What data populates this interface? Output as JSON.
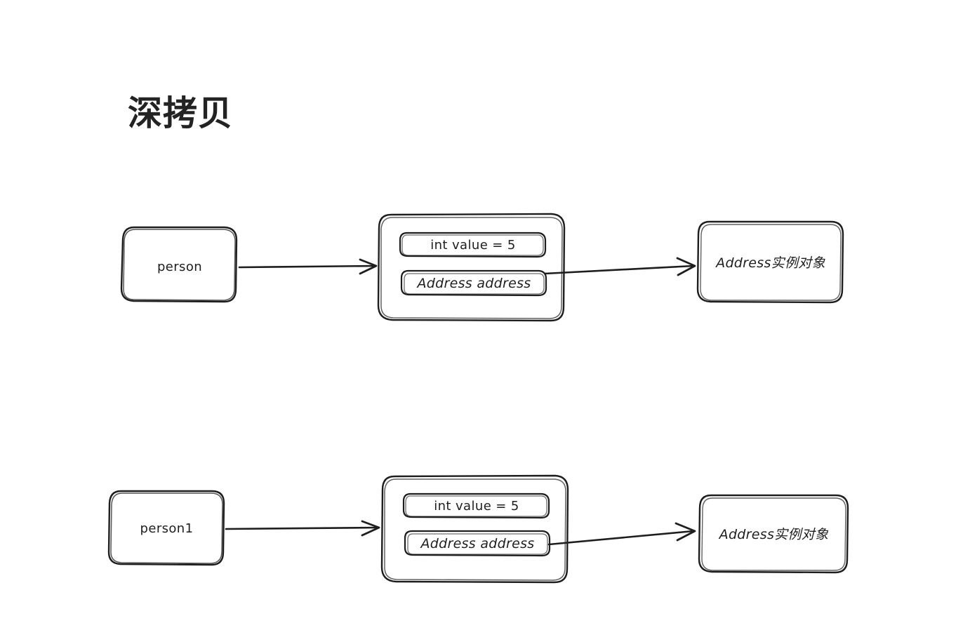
{
  "diagram": {
    "title": "深拷贝",
    "stroke_color": "#1e1e1e",
    "background_color": "#ffffff",
    "type": "hand-drawn-object-reference-diagram"
  },
  "rows": [
    {
      "id": "top",
      "variable_box": {
        "label": "person"
      },
      "object_box": {
        "fields": [
          {
            "label": "int value = 5"
          },
          {
            "label": "Address address"
          }
        ]
      },
      "target_box": {
        "label": "Address实例对象"
      },
      "arrows": [
        {
          "name": "person-to-object",
          "from": "person",
          "to": "object-box"
        },
        {
          "name": "address-field-to-address-object",
          "from": "Address address",
          "to": "Address实例对象"
        }
      ]
    },
    {
      "id": "bottom",
      "variable_box": {
        "label": "person1"
      },
      "object_box": {
        "fields": [
          {
            "label": "int value = 5"
          },
          {
            "label": "Address address"
          }
        ]
      },
      "target_box": {
        "label": "Address实例对象"
      },
      "arrows": [
        {
          "name": "person1-to-object",
          "from": "person1",
          "to": "object-box"
        },
        {
          "name": "address-field-to-address-object",
          "from": "Address address",
          "to": "Address实例对象"
        }
      ]
    }
  ]
}
